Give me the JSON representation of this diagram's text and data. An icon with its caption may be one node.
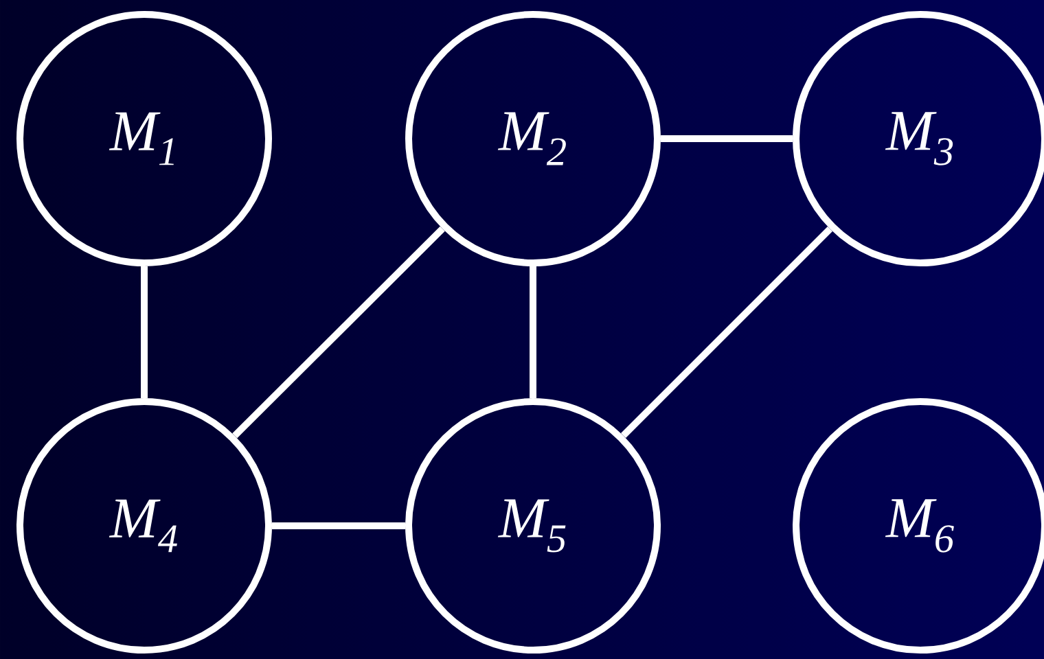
{
  "diagram": {
    "nodes": [
      {
        "text": [
          "M$_{1}$"
        ]
      },
      {
        "text": [
          "M$_{2}$"
        ]
      },
      {
        "text": [
          "M$_{3}$"
        ]
      },
      {
        "text": [
          "M$_{4}$"
        ]
      },
      {
        "text": [
          "M$_{5}$"
        ]
      },
      {
        "text": [
          "M$_{6}$"
        ]
      }
    ],
    "edges": [
      {
        "from": 0,
        "to": 3,
        "arrow": "none"
      },
      {
        "from": 1,
        "to": 2,
        "arrow": "none"
      },
      {
        "from": 1,
        "to": 3,
        "arrow": "none"
      },
      {
        "from": 1,
        "to": 4,
        "arrow": "none"
      },
      {
        "from": 2,
        "to": 4,
        "arrow": "none"
      },
      {
        "from": 3,
        "to": 4,
        "arrow": "none"
      }
    ]
  }
}
